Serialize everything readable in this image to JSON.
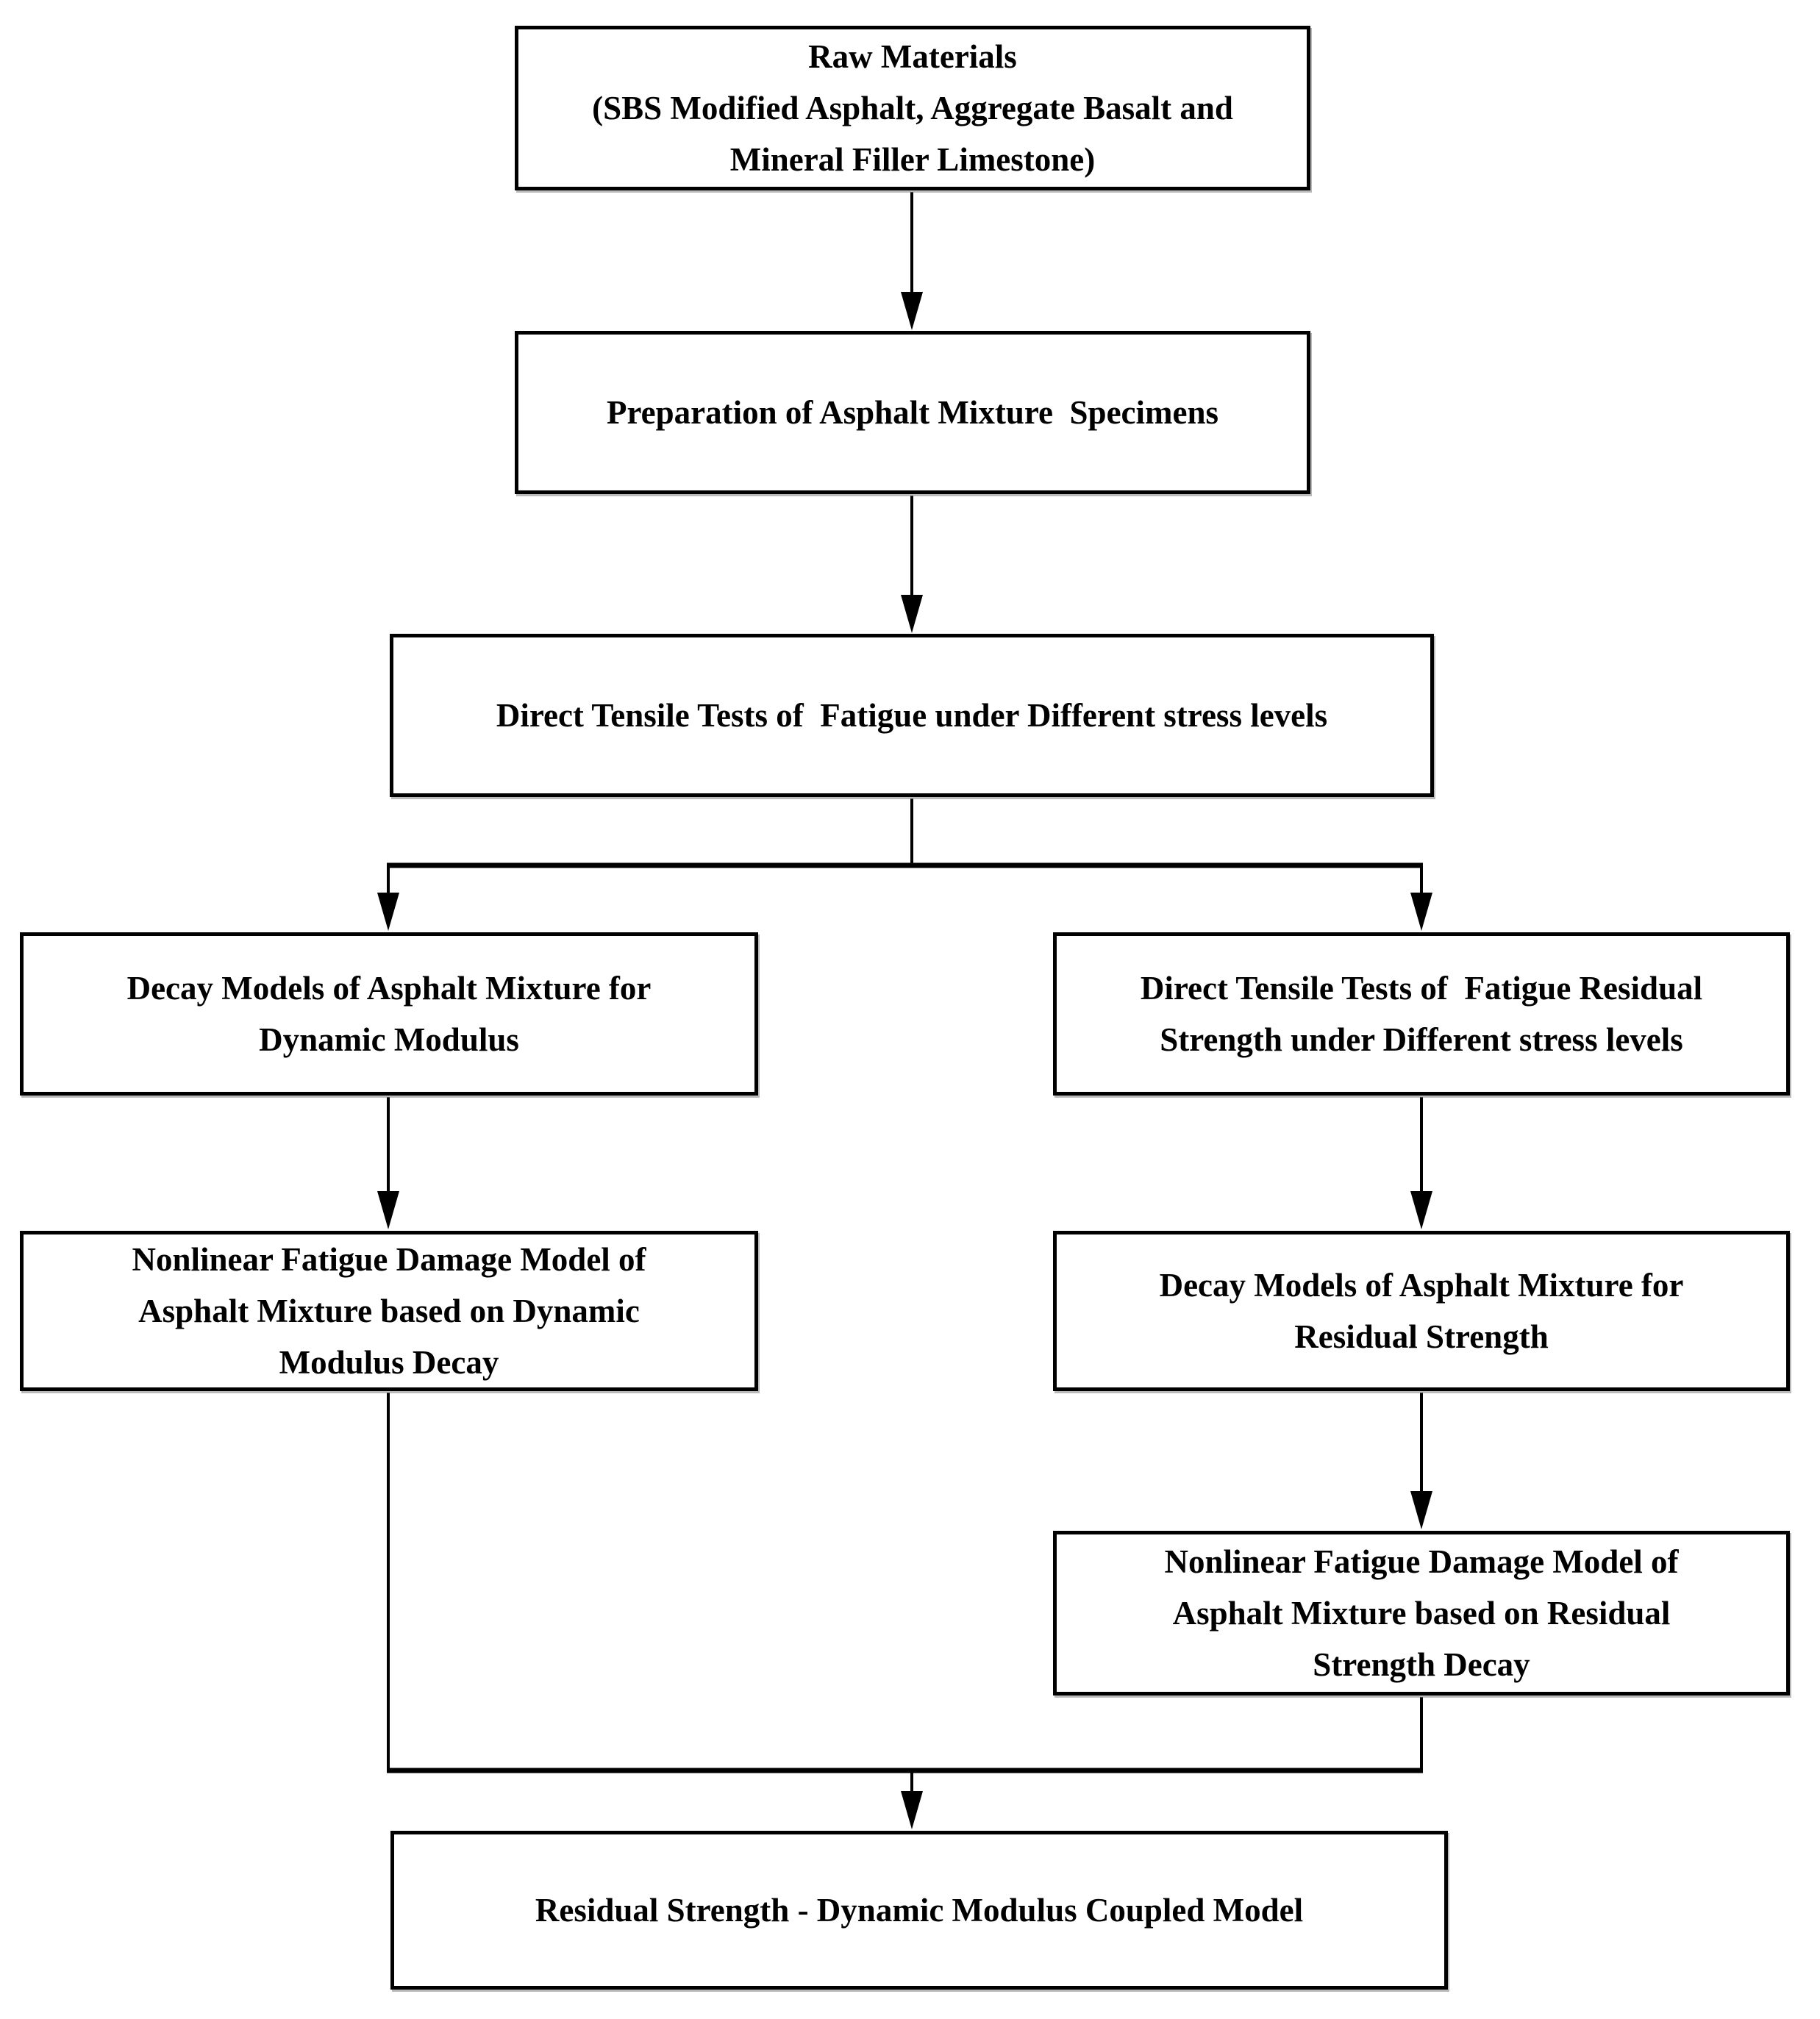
{
  "diagram": {
    "type": "flowchart",
    "background_color": "#ffffff",
    "box_border_color": "#000000",
    "line_color": "#000000",
    "text_color": "#000000",
    "nodes": {
      "raw_materials": {
        "text": "Raw Materials\n(SBS Modified Asphalt, Aggregate Basalt and\nMineral Filler Limestone)"
      },
      "preparation": {
        "text": "Preparation of Asphalt Mixture  Specimens"
      },
      "direct_tensile_fatigue": {
        "text": "Direct Tensile Tests of  Fatigue under Different stress levels"
      },
      "decay_dynamic_modulus": {
        "text": "Decay Models of Asphalt Mixture for\nDynamic Modulus"
      },
      "nonlinear_dynamic": {
        "text": "Nonlinear Fatigue Damage Model of\nAsphalt Mixture based on Dynamic\nModulus Decay"
      },
      "direct_tensile_residual": {
        "text": "Direct Tensile Tests of  Fatigue Residual\nStrength under Different stress levels"
      },
      "decay_residual": {
        "text": "Decay Models of Asphalt Mixture for\nResidual Strength"
      },
      "nonlinear_residual": {
        "text": "Nonlinear Fatigue Damage Model of\nAsphalt Mixture based on Residual\nStrength Decay"
      },
      "coupled_model": {
        "text": "Residual Strength - Dynamic Modulus Coupled Model"
      }
    },
    "edges": [
      {
        "from": "raw_materials",
        "to": "preparation"
      },
      {
        "from": "preparation",
        "to": "direct_tensile_fatigue"
      },
      {
        "from": "direct_tensile_fatigue",
        "to": "decay_dynamic_modulus"
      },
      {
        "from": "direct_tensile_fatigue",
        "to": "direct_tensile_residual"
      },
      {
        "from": "decay_dynamic_modulus",
        "to": "nonlinear_dynamic"
      },
      {
        "from": "direct_tensile_residual",
        "to": "decay_residual"
      },
      {
        "from": "decay_residual",
        "to": "nonlinear_residual"
      },
      {
        "from": "nonlinear_dynamic",
        "to": "coupled_model"
      },
      {
        "from": "nonlinear_residual",
        "to": "coupled_model"
      }
    ]
  }
}
